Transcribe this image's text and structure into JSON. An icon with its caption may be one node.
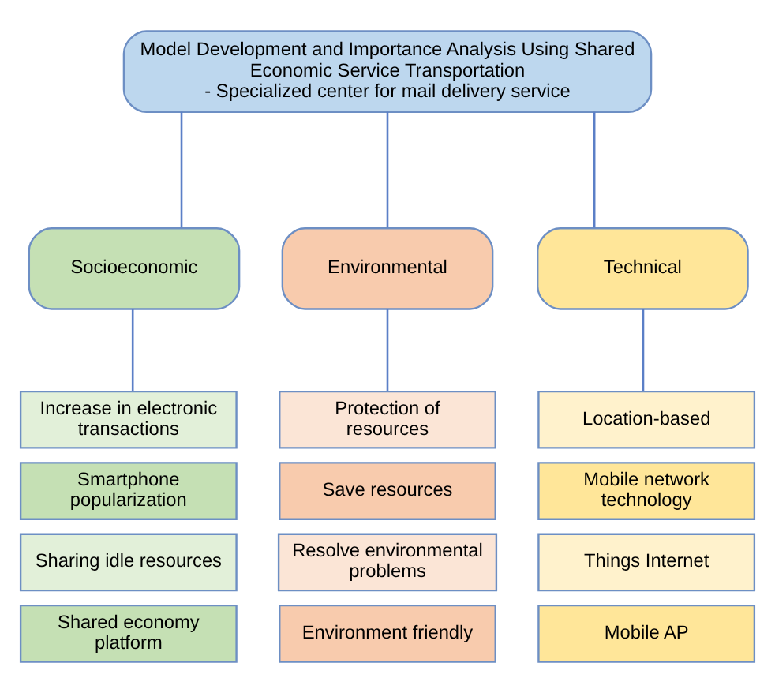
{
  "diagram": {
    "nodes": [
      {
        "text": [
          "Model Development and Importance Analysis Using Shared Economic Service Transportation",
          "- Specialized center for mail delivery service"
        ]
      },
      {
        "text": [
          "Socioeconomic"
        ]
      },
      {
        "text": [
          "Environmental"
        ]
      },
      {
        "text": [
          "Technical"
        ]
      },
      {
        "text": [
          "Increase in electronic transactions"
        ]
      },
      {
        "text": [
          "Smartphone popularization"
        ]
      },
      {
        "text": [
          "Sharing idle resources"
        ]
      },
      {
        "text": [
          "Shared economy platform"
        ]
      },
      {
        "text": [
          "Protection of resources"
        ]
      },
      {
        "text": [
          "Save resources"
        ]
      },
      {
        "text": [
          "Resolve environmental problems"
        ]
      },
      {
        "text": [
          "Environment friendly"
        ]
      },
      {
        "text": [
          "Location-based"
        ]
      },
      {
        "text": [
          "Mobile network technology"
        ]
      },
      {
        "text": [
          "Things Internet"
        ]
      },
      {
        "text": [
          "Mobile AP"
        ]
      }
    ],
    "edges": [
      {
        "from": 0,
        "to": 1,
        "arrow": "none"
      },
      {
        "from": 0,
        "to": 2,
        "arrow": "none"
      },
      {
        "from": 0,
        "to": 3,
        "arrow": "none"
      },
      {
        "from": 1,
        "to": 4,
        "arrow": "none"
      },
      {
        "from": 2,
        "to": 8,
        "arrow": "none"
      },
      {
        "from": 3,
        "to": 12,
        "arrow": "none"
      }
    ]
  }
}
